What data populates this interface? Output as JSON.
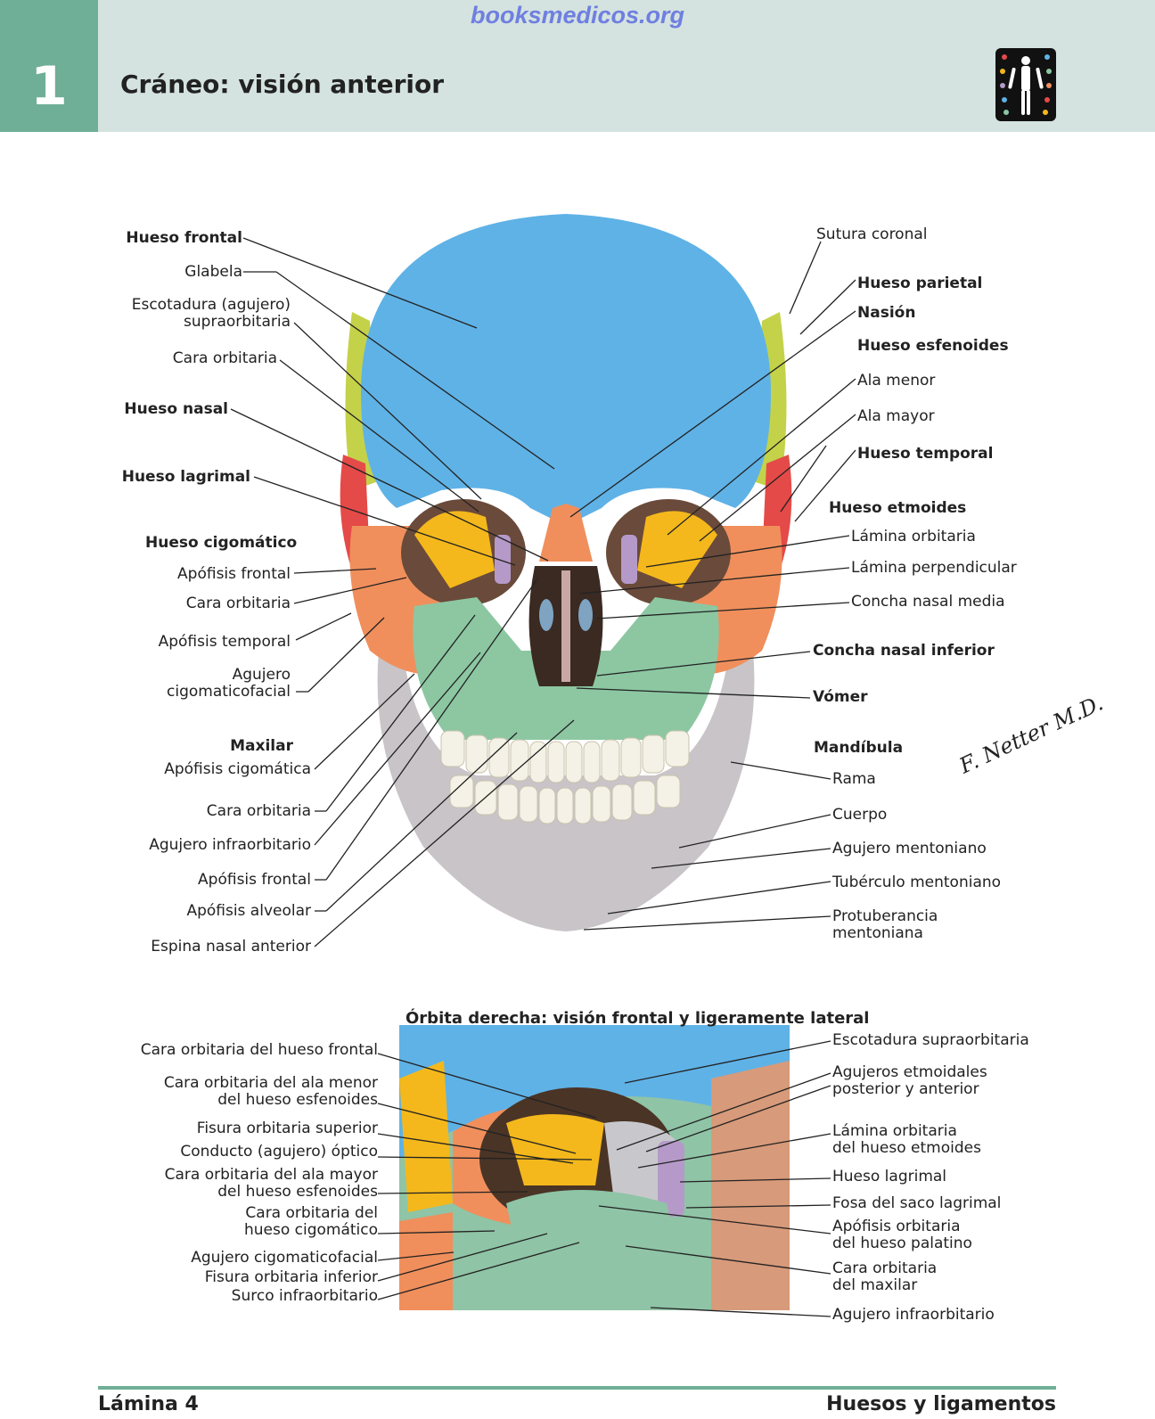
{
  "header": {
    "chapter_number": "1",
    "title": "Cráneo: visión anterior",
    "watermark": "booksmedicos.org",
    "logo_icon": "human-figure-icon"
  },
  "main_labels": {
    "left": [
      {
        "text": "Hueso frontal",
        "bold": true
      },
      {
        "text": "Glabela",
        "bold": false
      },
      {
        "text": "Escotadura (agujero)\nsupraorbitaria",
        "bold": false
      },
      {
        "text": "Cara orbitaria",
        "bold": false
      },
      {
        "text": "Hueso nasal",
        "bold": true
      },
      {
        "text": "Hueso lagrimal",
        "bold": true
      },
      {
        "text": "Hueso cigomático",
        "bold": true
      },
      {
        "text": "Apófisis frontal",
        "bold": false
      },
      {
        "text": "Cara orbitaria",
        "bold": false
      },
      {
        "text": "Apófisis temporal",
        "bold": false
      },
      {
        "text": "Agujero\ncigomaticofacial",
        "bold": false
      },
      {
        "text": "Maxilar",
        "bold": true
      },
      {
        "text": "Apófisis cigomática",
        "bold": false
      },
      {
        "text": "Cara orbitaria",
        "bold": false
      },
      {
        "text": "Agujero infraorbitario",
        "bold": false
      },
      {
        "text": "Apófisis frontal",
        "bold": false
      },
      {
        "text": "Apófisis alveolar",
        "bold": false
      },
      {
        "text": "Espina nasal anterior",
        "bold": false
      }
    ],
    "right": [
      {
        "text": "Sutura coronal",
        "bold": false
      },
      {
        "text": "Hueso parietal",
        "bold": true
      },
      {
        "text": "Nasión",
        "bold": true
      },
      {
        "text": "Hueso esfenoides",
        "bold": true
      },
      {
        "text": "Ala menor",
        "bold": false
      },
      {
        "text": "Ala mayor",
        "bold": false
      },
      {
        "text": "Hueso temporal",
        "bold": true
      },
      {
        "text": "Hueso etmoides",
        "bold": true
      },
      {
        "text": "Lámina orbitaria",
        "bold": false
      },
      {
        "text": "Lámina perpendicular",
        "bold": false
      },
      {
        "text": "Concha nasal media",
        "bold": false
      },
      {
        "text": "Concha nasal inferior",
        "bold": true
      },
      {
        "text": "Vómer",
        "bold": true
      },
      {
        "text": "Mandíbula",
        "bold": true
      },
      {
        "text": "Rama",
        "bold": false
      },
      {
        "text": "Cuerpo",
        "bold": false
      },
      {
        "text": "Agujero mentoniano",
        "bold": false
      },
      {
        "text": "Tubérculo mentoniano",
        "bold": false
      },
      {
        "text": "Protuberancia\nmentoniana",
        "bold": false
      }
    ]
  },
  "orbit_section": {
    "subtitle": "Órbita derecha: visión frontal y ligeramente lateral",
    "left": [
      "Cara orbitaria del hueso frontal",
      "Cara orbitaria del ala menor\ndel hueso esfenoides",
      "Fisura orbitaria superior",
      "Conducto (agujero) óptico",
      "Cara orbitaria del ala mayor\ndel hueso esfenoides",
      "Cara orbitaria del\nhueso cigomático",
      "Agujero cigomaticofacial",
      "Fisura orbitaria inferior",
      "Surco infraorbitario"
    ],
    "right": [
      "Escotadura supraorbitaria",
      "Agujeros etmoidales\nposterior y anterior",
      "Lámina orbitaria\ndel hueso etmoides",
      "Hueso lagrimal",
      "Fosa del saco lagrimal",
      "Apófisis orbitaria\ndel hueso palatino",
      "Cara orbitaria\ndel maxilar",
      "Agujero infraorbitario"
    ]
  },
  "signature": "F. Netter M.D.",
  "footer": {
    "left": "Lámina 4",
    "right": "Huesos y ligamentos"
  },
  "colors": {
    "header_bg": "#d4e3df",
    "accent_green": "#6fae97",
    "frontal_blue": "#5fb2e6",
    "parietal_yellowgreen": "#c4d24a",
    "zygomatic_orange": "#f08f5c",
    "maxilla_green": "#8cc7a2",
    "mandible_gray": "#c8c4c8",
    "sphenoid_yellow": "#f4b81c",
    "lacrimal_purple": "#b59ac9",
    "temporal_red": "#e44a48"
  }
}
